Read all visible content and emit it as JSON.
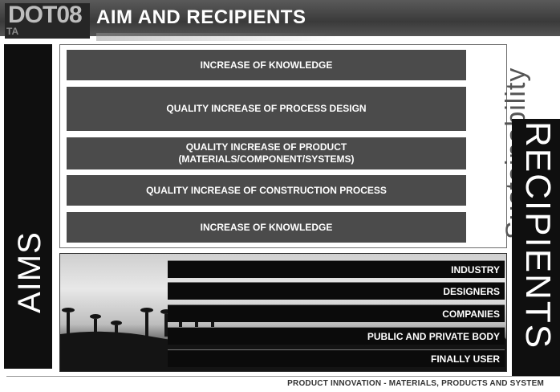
{
  "header": {
    "logo_text": "DOT08",
    "logo_sub": "TA",
    "title": "AIM AND RECIPIENTS"
  },
  "side_labels": {
    "aims": "AIMS",
    "sustainability": "Sustainability",
    "recipients": "RECIPIENTS"
  },
  "aims": [
    "INCREASE OF KNOWLEDGE",
    "QUALITY INCREASE OF PROCESS DESIGN",
    "QUALITY INCREASE OF PRODUCT (MATERIALS/COMPONENT/SYSTEMS)",
    "QUALITY INCREASE OF CONSTRUCTION PROCESS",
    "INCREASE OF KNOWLEDGE"
  ],
  "recipients": [
    "INDUSTRY",
    "DESIGNERS",
    "COMPANIES",
    "PUBLIC AND PRIVATE BODY",
    "FINALLY USER"
  ],
  "footer": "PRODUCT INNOVATION - MATERIALS, PRODUCTS AND SYSTEM",
  "colors": {
    "bar": "#4b4b4b",
    "band": "#0f0f0f"
  }
}
